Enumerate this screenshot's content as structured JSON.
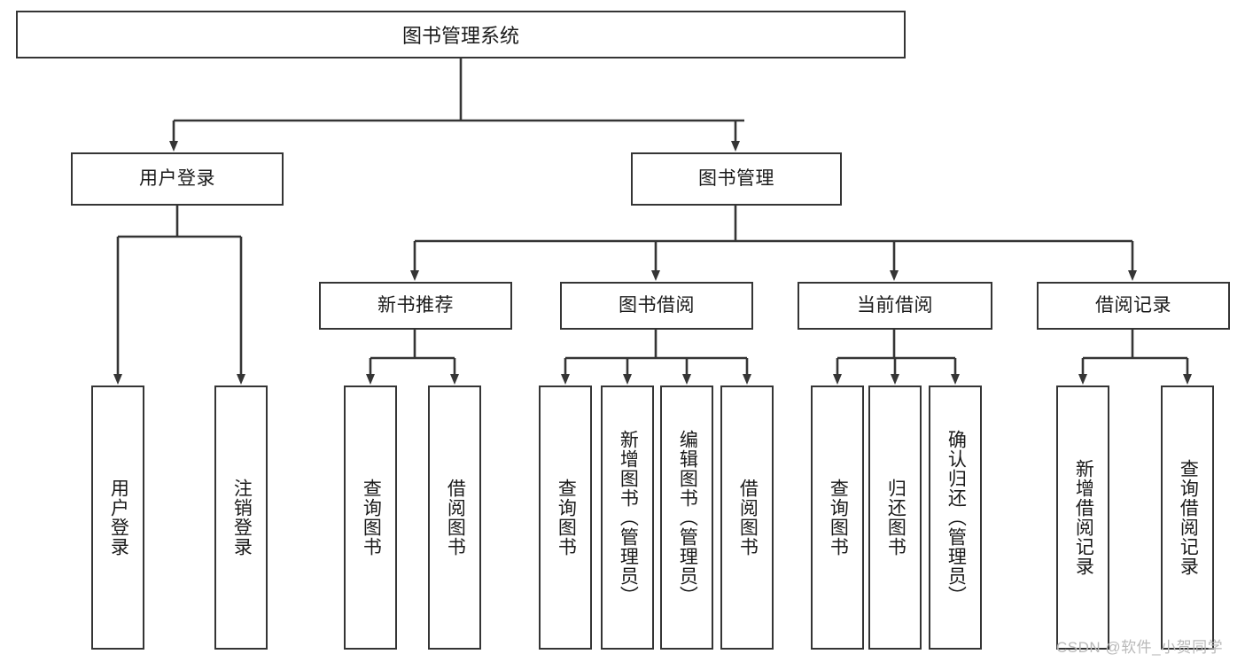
{
  "diagram": {
    "title": "图书管理系统",
    "type": "hierarchy-tree",
    "root": {
      "label": "图书管理系统"
    },
    "level2": [
      {
        "label": "用户登录"
      },
      {
        "label": "图书管理"
      }
    ],
    "level3": [
      {
        "label": "新书推荐"
      },
      {
        "label": "图书借阅"
      },
      {
        "label": "当前借阅"
      },
      {
        "label": "借阅记录"
      }
    ],
    "leaves": [
      {
        "label": "用户登录",
        "parent": "用户登录"
      },
      {
        "label": "注销登录",
        "parent": "用户登录"
      },
      {
        "label": "查询图书",
        "parent": "新书推荐"
      },
      {
        "label": "借阅图书",
        "parent": "新书推荐"
      },
      {
        "label": "查询图书",
        "parent": "图书借阅"
      },
      {
        "label": "新增图书（管理员）",
        "parent": "图书借阅"
      },
      {
        "label": "编辑图书（管理员）",
        "parent": "图书借阅"
      },
      {
        "label": "借阅图书",
        "parent": "图书借阅"
      },
      {
        "label": "查询图书",
        "parent": "当前借阅"
      },
      {
        "label": "归还图书",
        "parent": "当前借阅"
      },
      {
        "label": "确认归还（管理员）",
        "parent": "当前借阅"
      },
      {
        "label": "新增借阅记录",
        "parent": "借阅记录"
      },
      {
        "label": "查询借阅记录",
        "parent": "借阅记录"
      }
    ]
  },
  "watermark": {
    "text": "CSDN @软件_小贺同学"
  },
  "colors": {
    "stroke": "#353535",
    "fill": "#ffffff",
    "text": "#1a1a1a",
    "watermark": "#b9b9b9"
  }
}
